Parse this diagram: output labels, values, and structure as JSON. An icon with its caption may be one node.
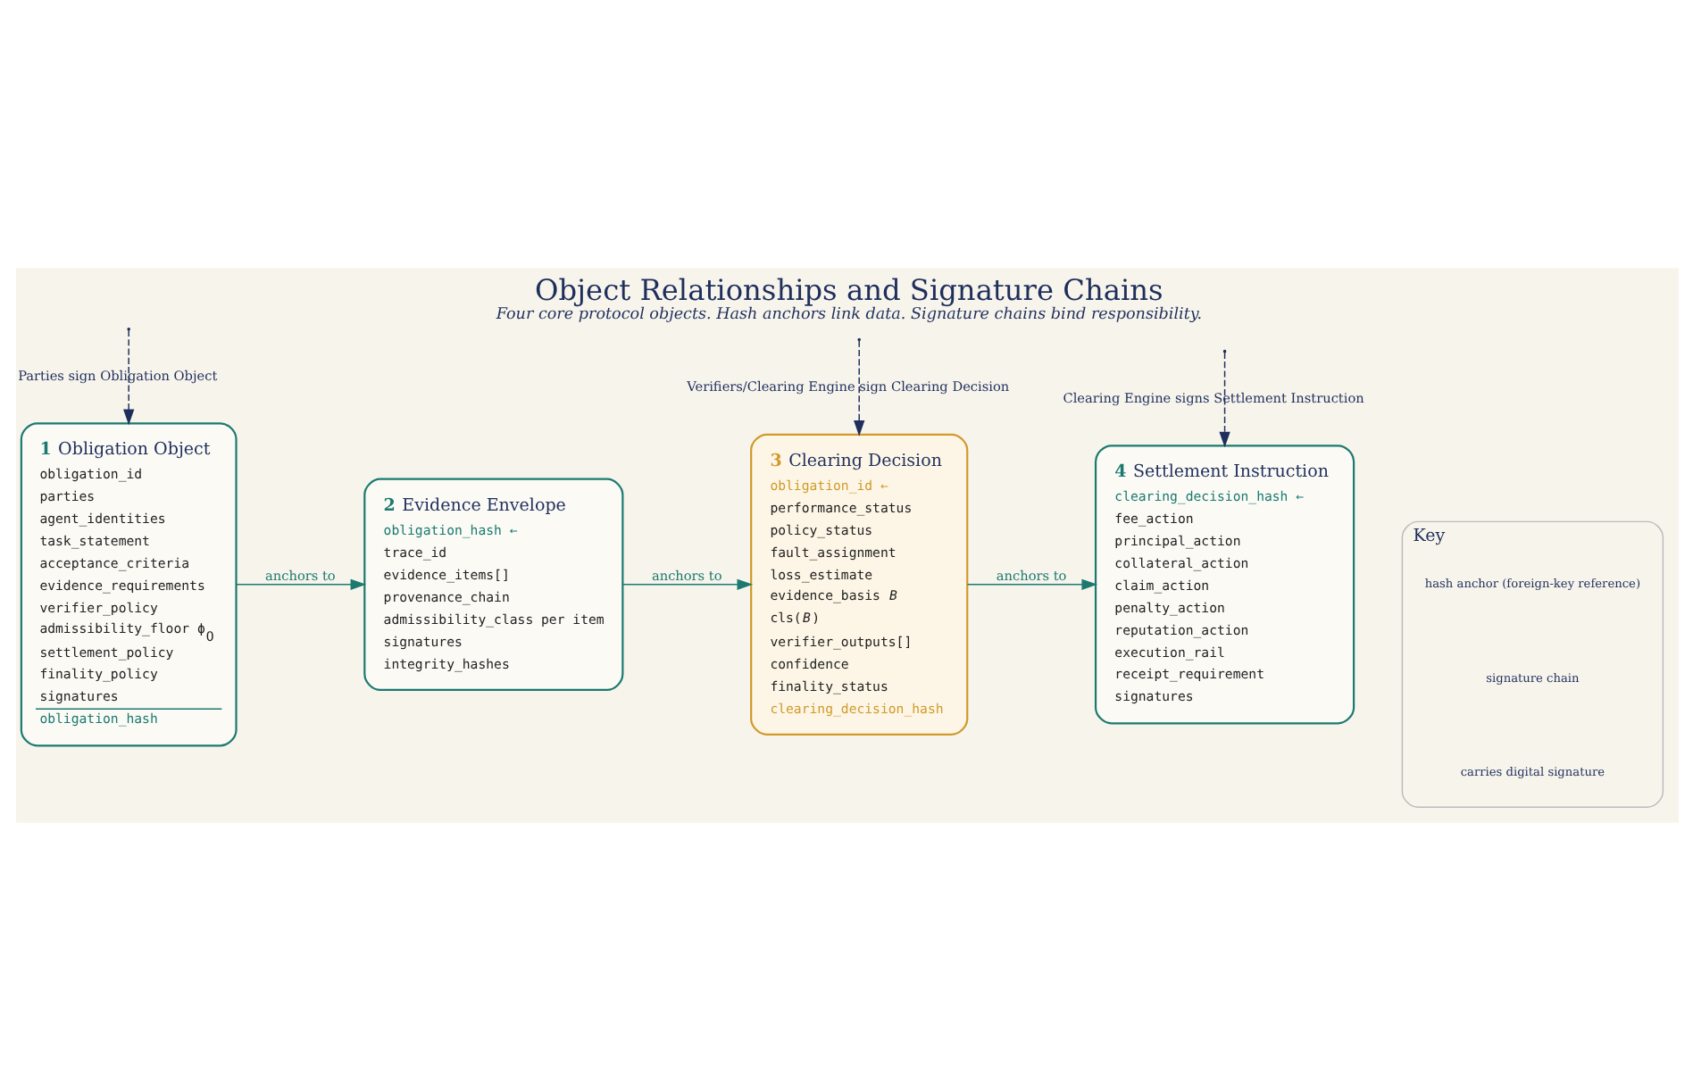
{
  "diagram": {
    "title": "Object Relationships and Signature Chains",
    "caption": "Four core protocol objects. Hash anchors link data. Signature chains bind responsibility.",
    "nodes": [
      {
        "text": [
          "1",
          "Obligation Object",
          "obligation_id",
          "parties",
          "agent_identities",
          "task_statement",
          "acceptance_criteria",
          "evidence_requirements",
          "verifier_policy",
          "admissibility_floor ϕ$_{O}$",
          "settlement_policy",
          "finality_policy",
          "signatures",
          "obligation_hash"
        ]
      },
      {
        "text": [
          "2",
          "Evidence Envelope",
          "obligation_hash ←",
          "trace_id",
          "evidence_items[]",
          "provenance_chain",
          "admissibility_class per item",
          "signatures",
          "integrity_hashes"
        ]
      },
      {
        "text": [
          "3",
          "Clearing Decision",
          "obligation_id ←",
          "performance_status",
          "policy_status",
          "fault_assignment",
          "loss_estimate",
          "evidence_basis *B*",
          "cls(*B*)",
          "verifier_outputs[]",
          "confidence",
          "finality_status",
          "clearing_decision_hash"
        ]
      },
      {
        "text": [
          "4",
          "Settlement Instruction",
          "clearing_decision_hash ←",
          "fee_action",
          "principal_action",
          "collateral_action",
          "claim_action",
          "penalty_action",
          "reputation_action",
          "execution_rail",
          "receipt_requirement",
          "signatures"
        ]
      },
      {
        "text": [
          "Key"
        ]
      }
    ],
    "edges": [
      {
        "from": null,
        "to": 0,
        "arrow": "to",
        "style": "dashed",
        "label": "Parties sign Obligation Object"
      },
      {
        "from": null,
        "to": 2,
        "arrow": "to",
        "style": "dashed",
        "label": "Verifiers/Clearing Engine sign Clearing Decision"
      },
      {
        "from": null,
        "to": 3,
        "arrow": "to",
        "style": "dashed",
        "label": "Clearing Engine signs Settlement Instruction"
      },
      {
        "from": 0,
        "to": 1,
        "arrow": "to",
        "label": "anchors to",
        "color": "#1b7a70"
      },
      {
        "from": 1,
        "to": 2,
        "arrow": "to",
        "label": "anchors to",
        "color": "#1b7a70"
      },
      {
        "from": 2,
        "to": 3,
        "arrow": "to",
        "label": "anchors to",
        "color": "#1b7a70"
      }
    ],
    "legend": [
      {
        "text": "hash anchor (foreign-key reference)"
      },
      {
        "text": "signature chain"
      },
      {
        "text": "carries digital signature"
      }
    ]
  }
}
